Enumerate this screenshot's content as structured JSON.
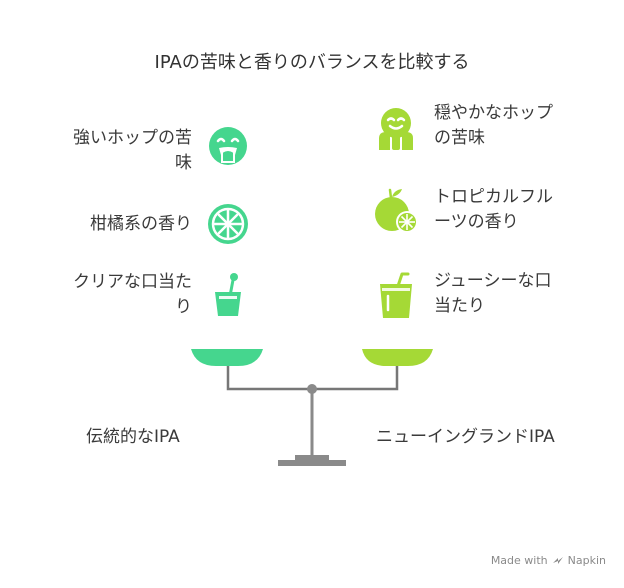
{
  "title": "IPAの苦味と香りのバランスを比較する",
  "left": {
    "pan_label": "伝統的なIPA",
    "color": "#45d68e",
    "items": [
      {
        "label_line1": "強いホップの苦",
        "label_line2": "味",
        "icon": "grimacing-face-icon"
      },
      {
        "label_line1": "柑橘系の香り",
        "label_line2": "",
        "icon": "citrus-slice-icon"
      },
      {
        "label_line1": "クリアな口当た",
        "label_line2": "り",
        "icon": "clear-drink-glass-icon"
      }
    ]
  },
  "right": {
    "pan_label": "ニューイングランドIPA",
    "color": "#a5d936",
    "items": [
      {
        "label_line1": "穏やかなホップ",
        "label_line2": "の苦味",
        "icon": "calm-face-icon"
      },
      {
        "label_line1": "トロピカルフル",
        "label_line2": "ーツの香り",
        "icon": "tropical-fruit-icon"
      },
      {
        "label_line1": "ジューシーな口",
        "label_line2": "当たり",
        "icon": "juice-cup-icon"
      }
    ]
  },
  "footer": {
    "made_with": "Made with",
    "brand": "Napkin"
  }
}
